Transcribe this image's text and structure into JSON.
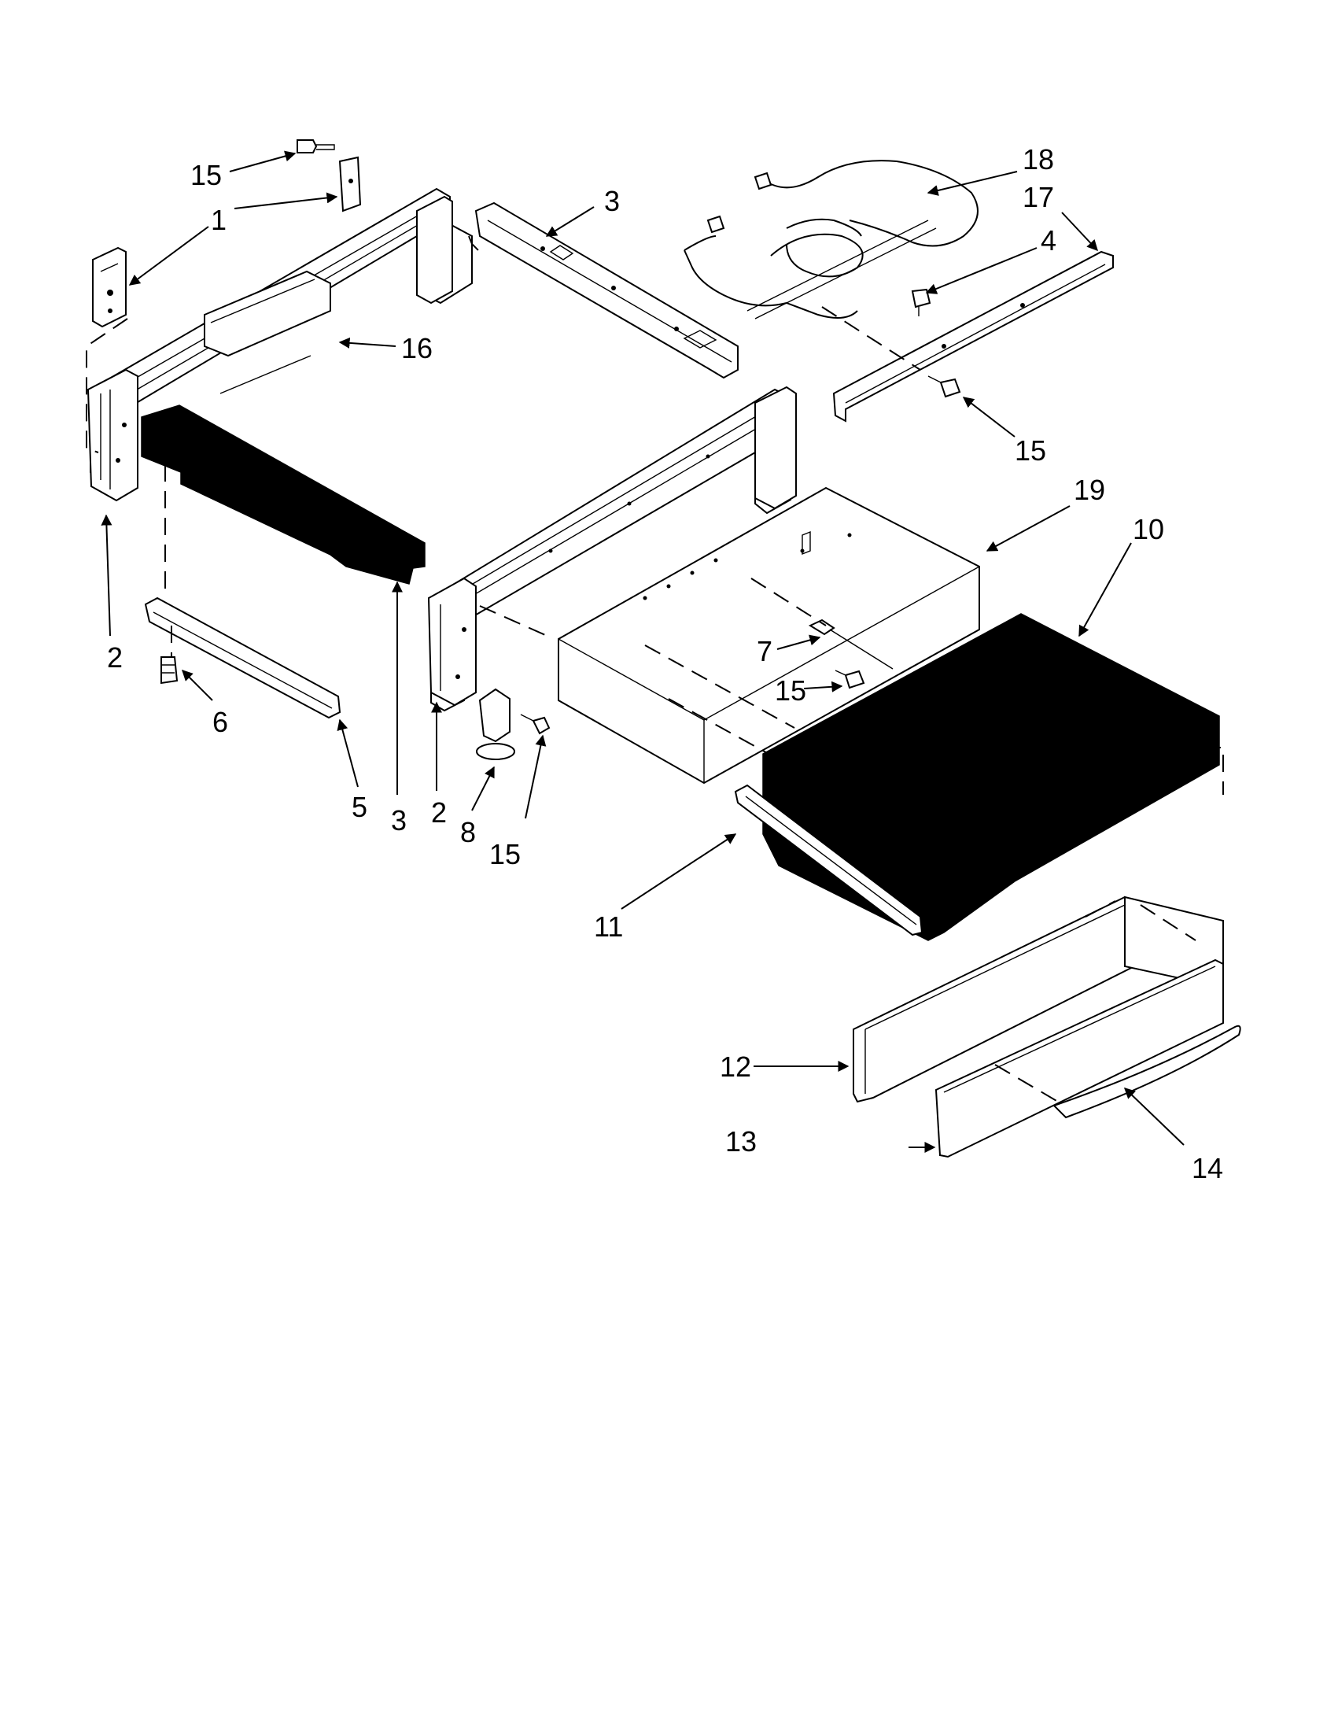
{
  "diagram": {
    "callouts": [
      {
        "id": "c15a",
        "text": "15"
      },
      {
        "id": "c1",
        "text": "1"
      },
      {
        "id": "c3a",
        "text": "3"
      },
      {
        "id": "c16",
        "text": "16"
      },
      {
        "id": "c18",
        "text": "18"
      },
      {
        "id": "c17",
        "text": "17"
      },
      {
        "id": "c4",
        "text": "4"
      },
      {
        "id": "c15b",
        "text": "15"
      },
      {
        "id": "c19",
        "text": "19"
      },
      {
        "id": "c10",
        "text": "10"
      },
      {
        "id": "c2a",
        "text": "2"
      },
      {
        "id": "c6",
        "text": "6"
      },
      {
        "id": "c5",
        "text": "5"
      },
      {
        "id": "c3b",
        "text": "3"
      },
      {
        "id": "c2b",
        "text": "2"
      },
      {
        "id": "c8",
        "text": "8"
      },
      {
        "id": "c15c",
        "text": "15"
      },
      {
        "id": "c7",
        "text": "7"
      },
      {
        "id": "c15d",
        "text": "15"
      },
      {
        "id": "c11",
        "text": "11"
      },
      {
        "id": "c12",
        "text": "12"
      },
      {
        "id": "c13",
        "text": "13"
      },
      {
        "id": "c14",
        "text": "14"
      }
    ]
  }
}
